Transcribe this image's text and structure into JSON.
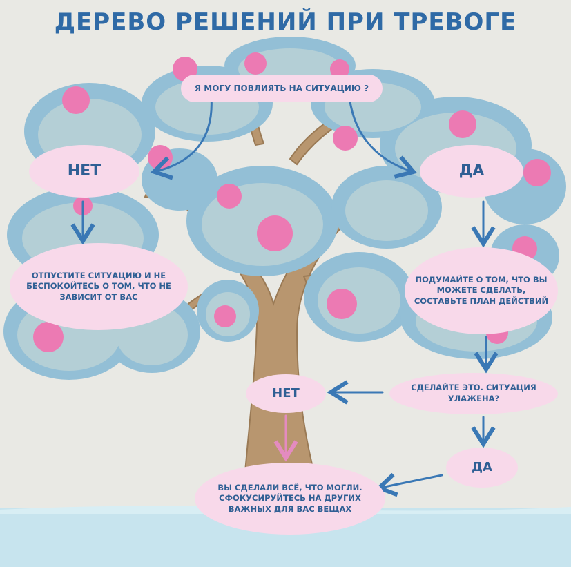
{
  "title": "ДЕРЕВО РЕШЕНИЙ ПРИ ТРЕВОГЕ",
  "nodes": {
    "q1": "Я МОГУ ПОВЛИЯТЬ НА СИТУАЦИЮ ?",
    "no1": "НЕТ",
    "yes1": "ДА",
    "let_go": "ОТПУСТИТЕ СИТУАЦИЮ И НЕ БЕСПОКОЙТЕСЬ О ТОМ, ЧТО НЕ ЗАВИСИТ ОТ ВАС",
    "plan": "ПОДУМАЙТЕ О ТОМ, ЧТО ВЫ МОЖЕТЕ СДЕЛАТЬ, СОСТАВЬТЕ ПЛАН ДЕЙСТВИЙ",
    "q2": "СДЕЛАЙТЕ ЭТО. СИТУАЦИЯ УЛАЖЕНА?",
    "no2": "НЕТ",
    "yes2": "ДА",
    "final": "ВЫ СДЕЛАЛИ ВСЁ, ЧТО МОГЛИ. СФОКУСИРУЙТЕСЬ НА ДРУГИХ ВАЖНЫХ ДЛЯ ВАС ВЕЩАХ"
  },
  "colors": {
    "background": "#e9e9e4",
    "text": "#2f6aa6",
    "node_fill": "#f8d9ea",
    "foliage_dark": "#93bfd6",
    "foliage_light": "#b4cfd6",
    "blossom": "#ec7ab3",
    "trunk": "#b8966f",
    "water": "#c7e4ee",
    "arrow_blue": "#3a78b5",
    "arrow_pink": "#e48bc0"
  }
}
